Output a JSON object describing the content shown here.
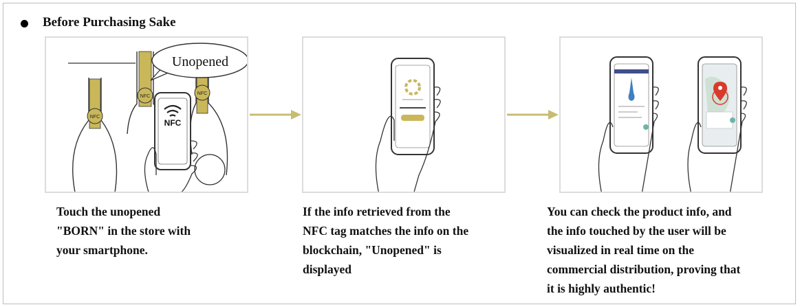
{
  "heading": "Before Purchasing Sake",
  "colors": {
    "gold": "#c9b75a",
    "arrow": "#c8bc73",
    "phone_screen_blue": "#3f7fc2",
    "pin_red": "#d93a2b",
    "map_green": "#6fb4a8"
  },
  "steps": [
    {
      "bubble": "Unopened",
      "tag_label": "NFC",
      "phone_label": "NFC",
      "caption_lines": [
        "Touch the unopened",
        "\"BORN\" in the store with",
        "your smartphone."
      ]
    },
    {
      "caption_lines": [
        "If the info retrieved from the",
        "NFC tag matches the info on the",
        "blockchain, \"Unopened\" is",
        "displayed"
      ]
    },
    {
      "caption_lines": [
        "You can check the product info, and",
        "the info touched by the user will be",
        "visualized in real time on the",
        "commercial distribution, proving that",
        "it is highly authentic!"
      ]
    }
  ]
}
